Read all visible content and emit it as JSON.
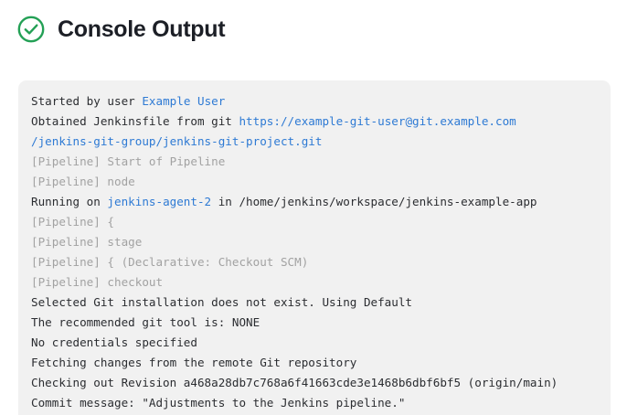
{
  "header": {
    "title": "Console Output",
    "status_icon": "check-circle-icon",
    "status_color": "#23a055"
  },
  "colors": {
    "panel_background": "#f1f1f1",
    "text": "#2b2d31",
    "muted_text": "#a2a2a2",
    "link": "#2e7ad4",
    "success": "#23a055"
  },
  "console": {
    "lines": [
      {
        "id": "line-started-by-user",
        "tokens": [
          {
            "text": "Started by user ",
            "style": "normal"
          },
          {
            "text": "Example User",
            "style": "link"
          }
        ]
      },
      {
        "id": "line-obtained-jenkinsfile",
        "tokens": [
          {
            "text": "Obtained Jenkinsfile from git ",
            "style": "normal"
          },
          {
            "text": "https://example-git-user@git.example.com",
            "style": "link"
          }
        ]
      },
      {
        "id": "line-git-url-continued",
        "tokens": [
          {
            "text": "/jenkins-git-group/jenkins-git-project.git",
            "style": "link"
          }
        ]
      },
      {
        "id": "line-pipeline-start",
        "tokens": [
          {
            "text": "[Pipeline] Start of Pipeline",
            "style": "muted"
          }
        ]
      },
      {
        "id": "line-pipeline-node",
        "tokens": [
          {
            "text": "[Pipeline] node",
            "style": "muted"
          }
        ]
      },
      {
        "id": "line-running-on",
        "tokens": [
          {
            "text": "Running on ",
            "style": "normal"
          },
          {
            "text": "jenkins-agent-2",
            "style": "link"
          },
          {
            "text": " in /home/jenkins/workspace/jenkins-example-app",
            "style": "normal"
          }
        ]
      },
      {
        "id": "line-pipeline-open-brace",
        "tokens": [
          {
            "text": "[Pipeline] {",
            "style": "muted"
          }
        ]
      },
      {
        "id": "line-pipeline-stage",
        "tokens": [
          {
            "text": "[Pipeline] stage",
            "style": "muted"
          }
        ]
      },
      {
        "id": "line-pipeline-declarative-checkout",
        "tokens": [
          {
            "text": "[Pipeline] { (Declarative: Checkout SCM)",
            "style": "muted"
          }
        ]
      },
      {
        "id": "line-pipeline-checkout",
        "tokens": [
          {
            "text": "[Pipeline] checkout",
            "style": "muted"
          }
        ]
      },
      {
        "id": "line-selected-git-installation",
        "tokens": [
          {
            "text": "Selected Git installation does not exist. Using Default",
            "style": "normal"
          }
        ]
      },
      {
        "id": "line-recommended-git-tool",
        "tokens": [
          {
            "text": "The recommended git tool is: NONE",
            "style": "normal"
          }
        ]
      },
      {
        "id": "line-no-credentials",
        "tokens": [
          {
            "text": "No credentials specified",
            "style": "normal"
          }
        ]
      },
      {
        "id": "line-fetching-changes",
        "tokens": [
          {
            "text": "Fetching changes from the remote Git repository",
            "style": "normal"
          }
        ]
      },
      {
        "id": "line-checking-out-revision",
        "tokens": [
          {
            "text": "Checking out Revision a468a28db7c768a6f41663cde3e1468b6dbf6bf5 (origin/main)",
            "style": "normal"
          }
        ]
      },
      {
        "id": "line-commit-message",
        "tokens": [
          {
            "text": "Commit message: \"Adjustments to the Jenkins pipeline.\"",
            "style": "normal"
          }
        ]
      }
    ]
  }
}
